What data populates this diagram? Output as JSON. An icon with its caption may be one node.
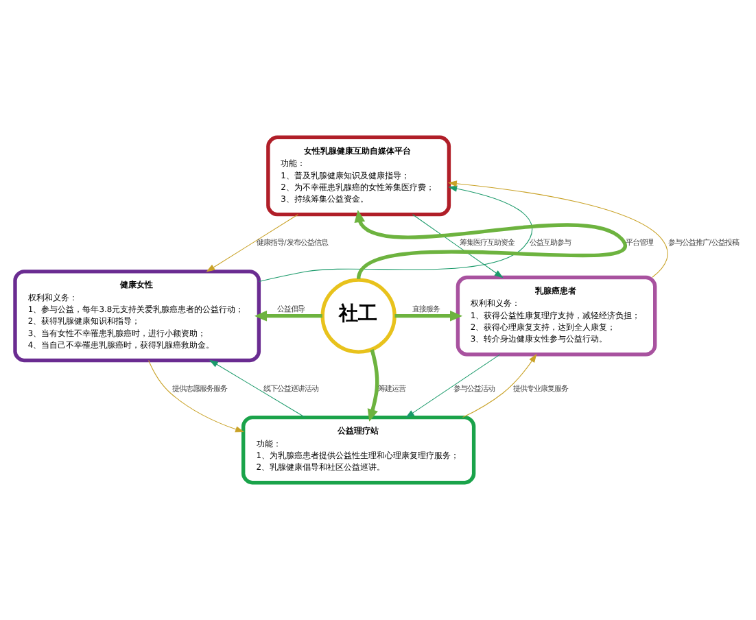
{
  "diagram": {
    "nodes": [
      {
        "text": [
          "女性乳腺健康互助自媒体平台",
          "功能：",
          "1、普及乳腺健康知识及健康指导；",
          "2、为不幸罹患乳腺癌的女性筹集医疗费；",
          "3、持续筹集公益资金。"
        ]
      },
      {
        "text": [
          "健康女性",
          "权利和义务：",
          "1、参与公益，每年3.8元支持关爱乳腺癌患者的公益行动；",
          "2、获得乳腺健康知识和指导；",
          "3、当有女性不幸罹患乳腺癌时，进行小额资助；",
          "4、当自己不幸罹患乳腺癌时，获得乳腺癌救助金。"
        ]
      },
      {
        "text": [
          "社工"
        ]
      },
      {
        "text": [
          "乳腺癌患者",
          "权利和义务：",
          "1、获得公益性康复理疗支持，减轻经济负担；",
          "2、获得心理康复支持，达到全人康复；",
          "3、转介身边健康女性参与公益行动。"
        ]
      },
      {
        "text": [
          "公益理疗站",
          "功能：",
          "1、为乳腺癌患者提供公益性生理和心理康复理疗服务；",
          "2、乳腺健康倡导和社区公益巡讲。"
        ]
      }
    ],
    "edges": [
      {
        "from": 2,
        "to": 0,
        "arrow": "to",
        "label": "平台管理",
        "style": "thick",
        "color": "#6db33f"
      },
      {
        "from": 2,
        "to": 1,
        "arrow": "to",
        "label": "公益倡导",
        "style": "thick",
        "color": "#6db33f"
      },
      {
        "from": 2,
        "to": 3,
        "arrow": "to",
        "label": "直接服务",
        "style": "thick",
        "color": "#6db33f"
      },
      {
        "from": 2,
        "to": 4,
        "arrow": "to",
        "label": "筹建运营",
        "style": "thick",
        "color": "#6db33f"
      },
      {
        "from": 0,
        "to": 1,
        "arrow": "to",
        "label": "健康指导/发布公益信息",
        "color": "#c9a227"
      },
      {
        "from": 1,
        "to": 0,
        "arrow": "to",
        "label": "公益互助参与",
        "color": "#1a9a6a"
      },
      {
        "from": 3,
        "to": 0,
        "arrow": "to",
        "label": "参与公益推广/公益投稿",
        "color": "#c9a227"
      },
      {
        "from": 0,
        "to": 3,
        "arrow": "to",
        "label": "筹集医疗互助资金",
        "color": "#1a9a6a"
      },
      {
        "from": 1,
        "to": 4,
        "arrow": "to",
        "label": "提供志愿服务服务",
        "color": "#c9a227"
      },
      {
        "from": 4,
        "to": 1,
        "arrow": "to",
        "label": "线下公益巡讲活动",
        "color": "#1a9a6a"
      },
      {
        "from": 3,
        "to": 4,
        "arrow": "to",
        "label": "参与公益活动",
        "color": "#1a9a6a"
      },
      {
        "from": 4,
        "to": 3,
        "arrow": "to",
        "label": "提供专业康复服务",
        "color": "#c9a227"
      }
    ]
  }
}
